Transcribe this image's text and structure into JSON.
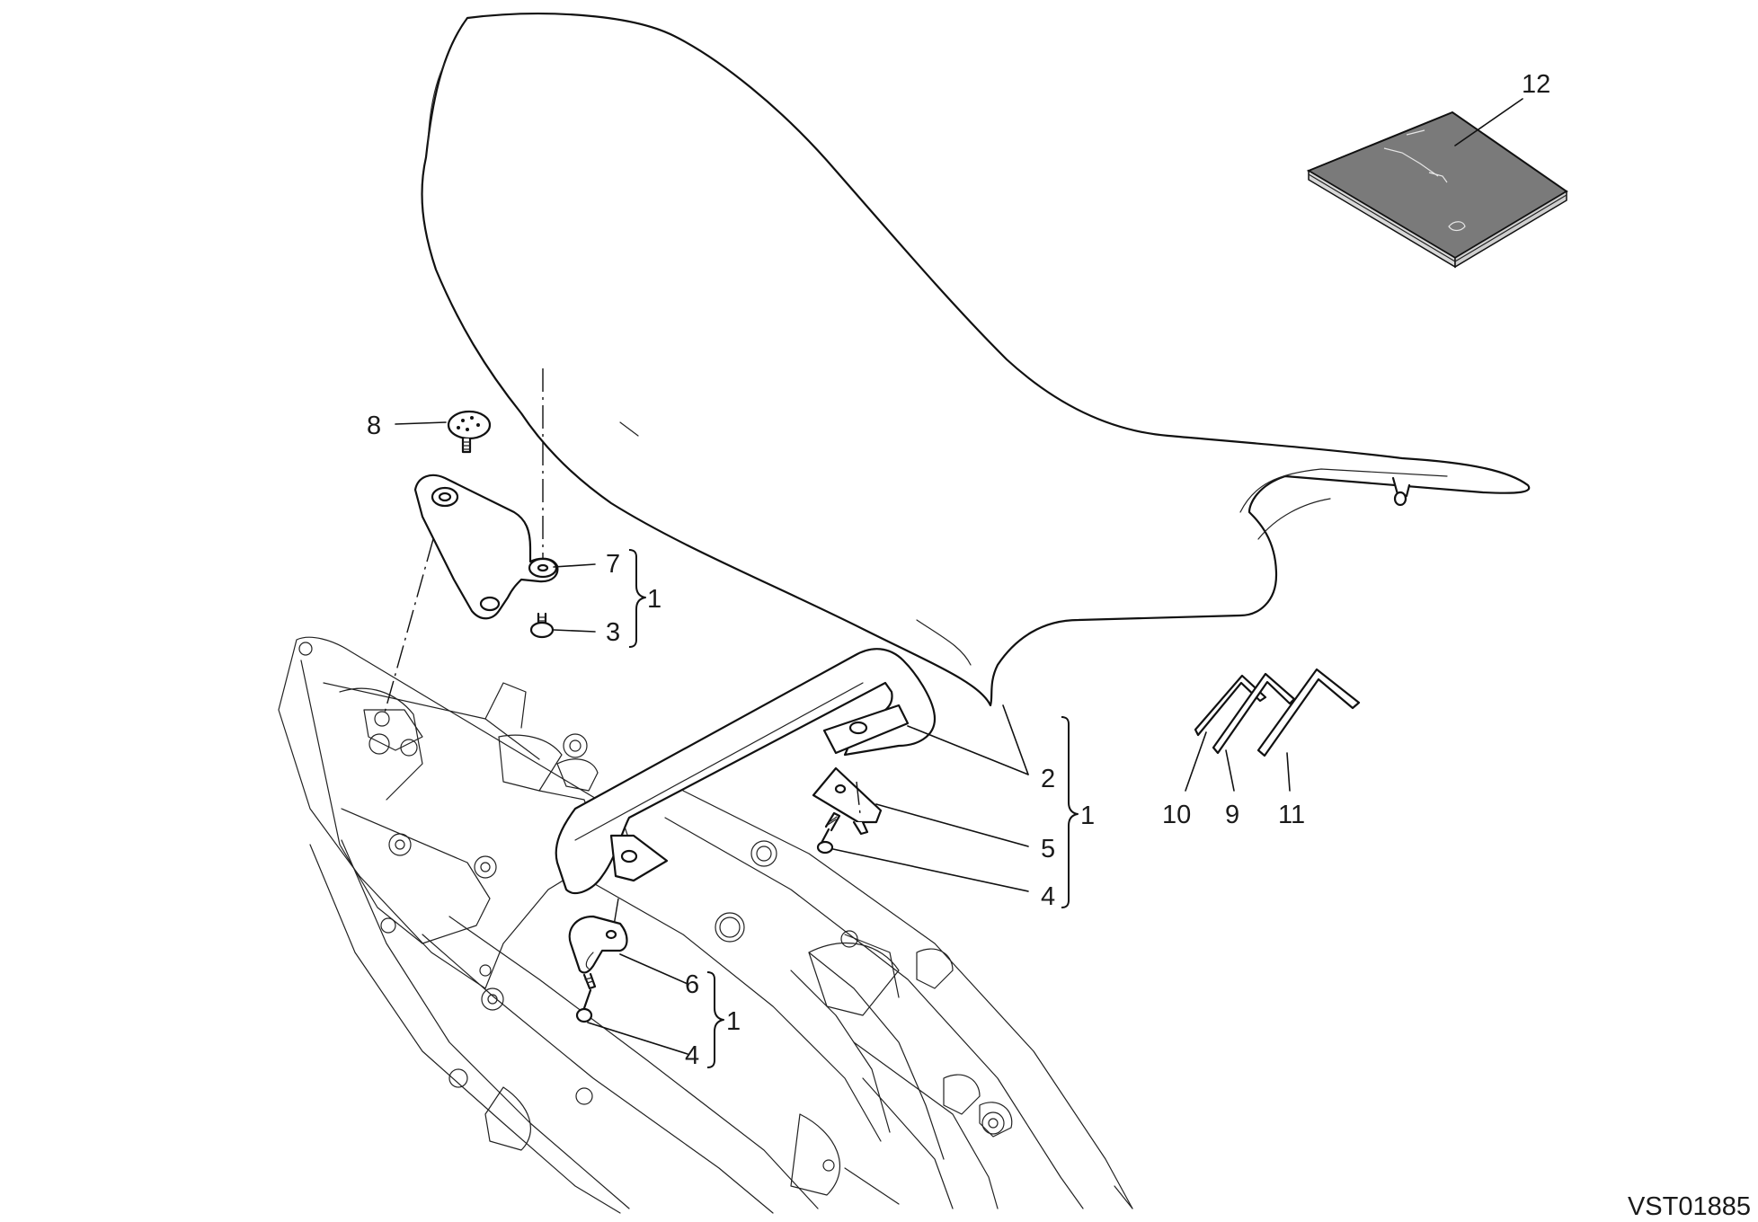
{
  "diagram": {
    "code": "VST01885",
    "callouts": {
      "c12": "12",
      "c8": "8",
      "c7": "7",
      "c3": "3",
      "c1a": "1",
      "c2": "2",
      "c5": "5",
      "c4a": "4",
      "c1b": "1",
      "c6": "6",
      "c4b": "4",
      "c1c": "1",
      "c10": "10",
      "c9": "9",
      "c11": "11"
    },
    "colors": {
      "line": "#111111",
      "manual_cover": "#7a7a7a",
      "background": "#ffffff"
    },
    "icons": [
      "seat",
      "passenger-grab-handle",
      "seat-bracket",
      "fastener-screw",
      "owner-manual",
      "allen-key"
    ]
  }
}
